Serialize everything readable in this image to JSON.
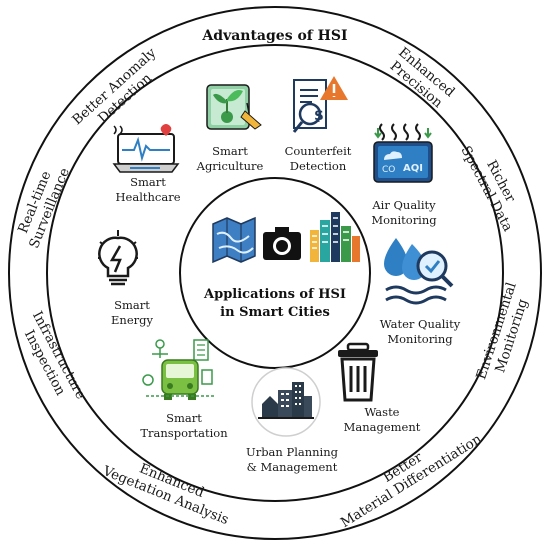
{
  "ring": {
    "title": "Advantages of HSI",
    "advantages": [
      {
        "id": "better-anomaly-detection",
        "lines": [
          "Better Anomaly",
          "Detection"
        ]
      },
      {
        "id": "enhanced-precision",
        "lines": [
          "Enhanced",
          "Precision"
        ]
      },
      {
        "id": "richer-spectral-data",
        "lines": [
          "Richer",
          "Spectral Data"
        ]
      },
      {
        "id": "environmental-monitoring",
        "lines": [
          "Environmental",
          "Monitoring"
        ]
      },
      {
        "id": "better-material-differentiation",
        "lines": [
          "Better",
          "Material Differentiation"
        ]
      },
      {
        "id": "enhanced-vegetation-analysis",
        "lines": [
          "Enhanced",
          "Vegetation Analysis"
        ]
      },
      {
        "id": "infrastructure-inspection",
        "lines": [
          "Infrastructure",
          "Inspection"
        ]
      },
      {
        "id": "real-time-surveillance",
        "lines": [
          "Real-time",
          "Surveillance"
        ]
      }
    ]
  },
  "center": {
    "title_line1": "Applications of HSI",
    "title_line2": "in Smart Cities"
  },
  "applications": [
    {
      "id": "smart-agriculture",
      "lines": [
        "Smart",
        "Agriculture"
      ]
    },
    {
      "id": "counterfeit-detection",
      "lines": [
        "Counterfeit",
        "Detection"
      ]
    },
    {
      "id": "air-quality-monitoring",
      "lines": [
        "Air Quality",
        "Monitoring"
      ]
    },
    {
      "id": "water-quality-monitoring",
      "lines": [
        "Water Quality",
        "Monitoring"
      ]
    },
    {
      "id": "waste-management",
      "lines": [
        "Waste",
        "Management"
      ]
    },
    {
      "id": "urban-planning-management",
      "lines": [
        "Urban Planning",
        "& Management"
      ]
    },
    {
      "id": "smart-transportation",
      "lines": [
        "Smart",
        "Transportation"
      ]
    },
    {
      "id": "smart-energy",
      "lines": [
        "Smart",
        "Energy"
      ]
    },
    {
      "id": "smart-healthcare",
      "lines": [
        "Smart",
        "Healthcare"
      ]
    }
  ],
  "icons": {
    "center": [
      "map-icon",
      "camera-icon",
      "city-icon"
    ],
    "agriculture": "plant-hand-icon",
    "counterfeit": "document-magnifier-icon",
    "air": "aqi-monitor-icon",
    "water": "water-drop-magnifier-icon",
    "waste": "trash-bin-icon",
    "urban": "city-buildings-icon",
    "transport": "bus-icon",
    "energy": "light-bulb-icon",
    "health": "health-monitor-icon"
  },
  "colors": {
    "ring": "#111111",
    "green": "#3a9a4a",
    "navy": "#1f3a5f",
    "blue": "#2f7fc4",
    "orange": "#e8772e",
    "teal": "#2aa6a0"
  }
}
